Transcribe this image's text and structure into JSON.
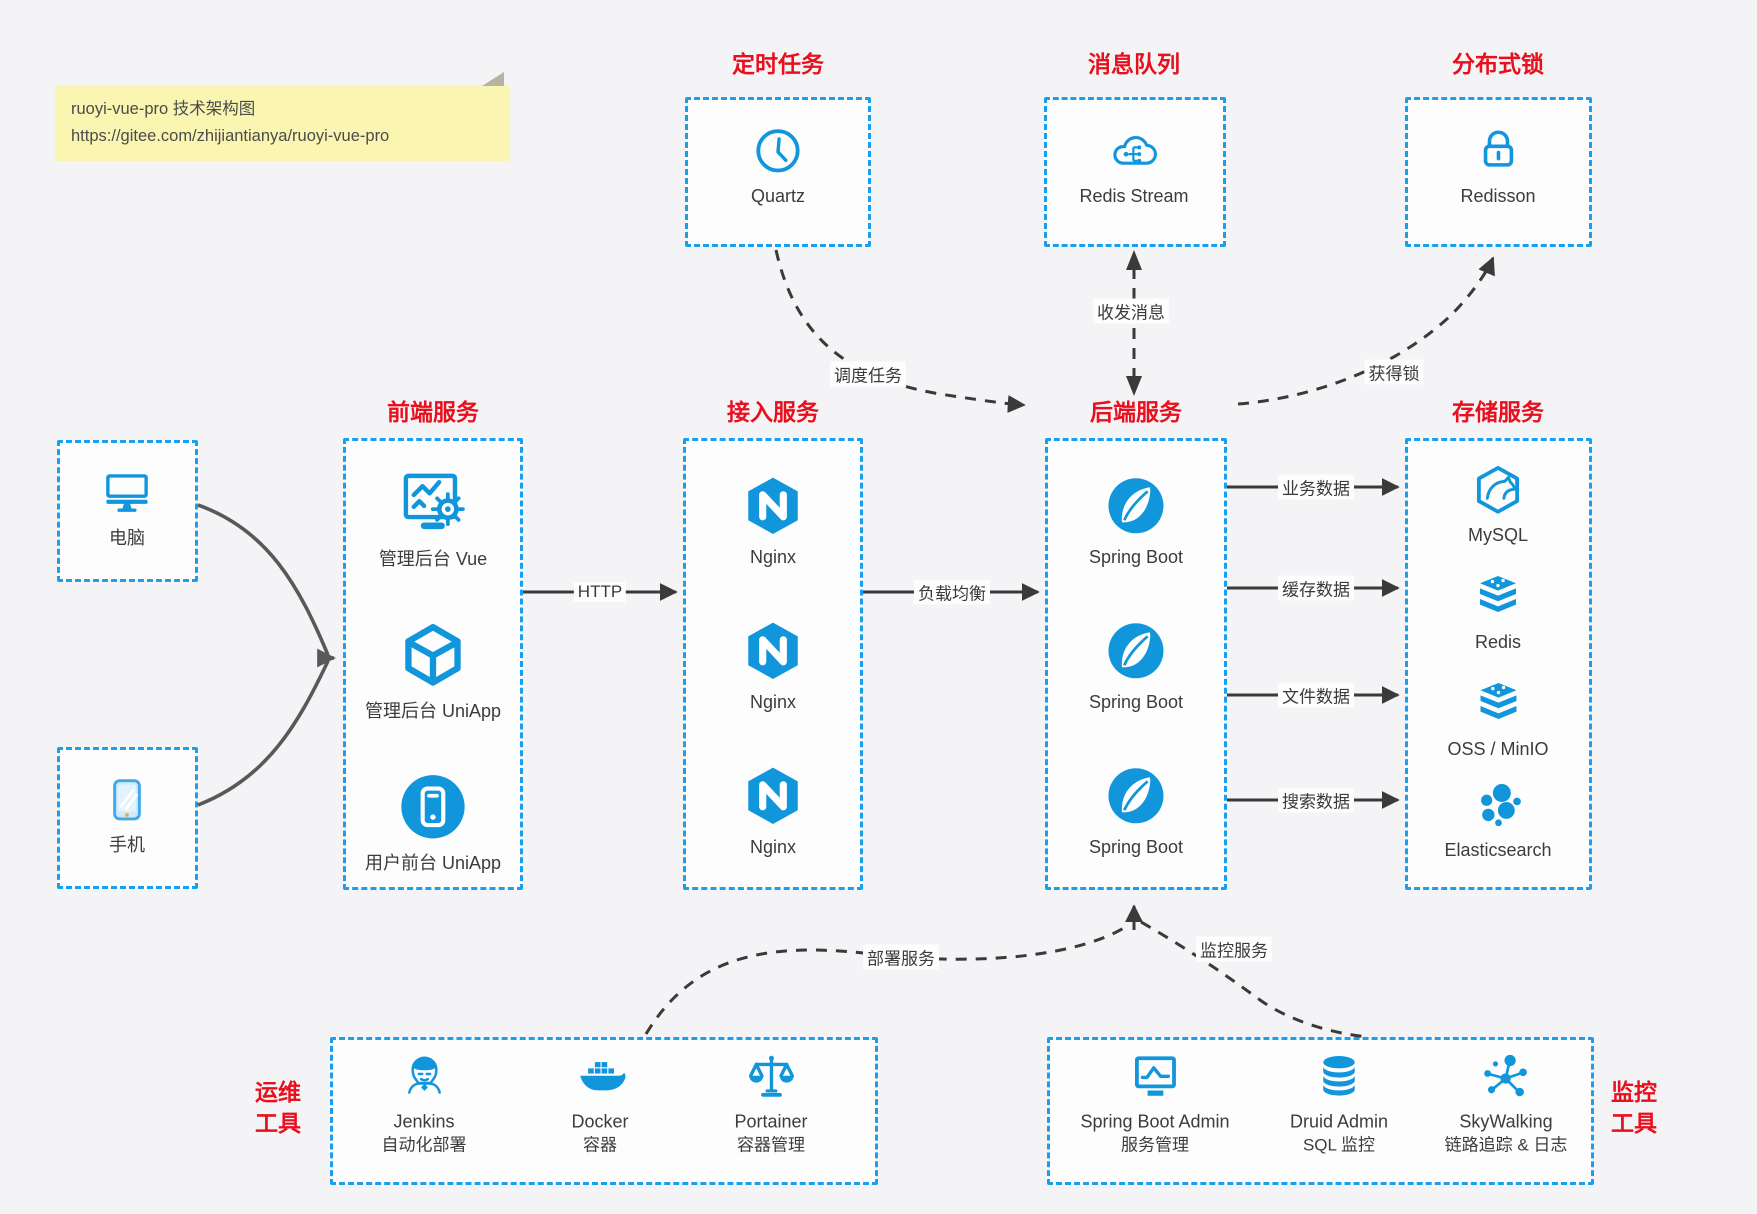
{
  "note": {
    "line1": "ruoyi-vue-pro 技术架构图",
    "line2": "https://gitee.com/zhijiantianya/ruoyi-vue-pro"
  },
  "groups": {
    "scheduler": {
      "title": "定时任务",
      "items": [
        {
          "label": "Quartz",
          "icon": "clock-icon"
        }
      ]
    },
    "mq": {
      "title": "消息队列",
      "items": [
        {
          "label": "Redis Stream",
          "icon": "cloud-stream-icon"
        }
      ]
    },
    "lock": {
      "title": "分布式锁",
      "items": [
        {
          "label": "Redisson",
          "icon": "lock-icon"
        }
      ]
    },
    "clients": {
      "items": [
        {
          "label": "电脑",
          "icon": "desktop-icon"
        },
        {
          "label": "手机",
          "icon": "phone-icon"
        }
      ]
    },
    "frontend": {
      "title": "前端服务",
      "items": [
        {
          "label": "管理后台 Vue",
          "icon": "admin-screen-gear-icon"
        },
        {
          "label": "管理后台 UniApp",
          "icon": "cube-icon"
        },
        {
          "label": "用户前台 UniApp",
          "icon": "phone-circle-icon"
        }
      ]
    },
    "gateway": {
      "title": "接入服务",
      "items": [
        {
          "label": "Nginx",
          "icon": "nginx-icon"
        },
        {
          "label": "Nginx",
          "icon": "nginx-icon"
        },
        {
          "label": "Nginx",
          "icon": "nginx-icon"
        }
      ]
    },
    "backend": {
      "title": "后端服务",
      "items": [
        {
          "label": "Spring Boot",
          "icon": "spring-icon"
        },
        {
          "label": "Spring Boot",
          "icon": "spring-icon"
        },
        {
          "label": "Spring Boot",
          "icon": "spring-icon"
        }
      ]
    },
    "storage": {
      "title": "存储服务",
      "items": [
        {
          "label": "MySQL",
          "icon": "mysql-icon"
        },
        {
          "label": "Redis",
          "icon": "redis-stack-icon"
        },
        {
          "label": "OSS / MinIO",
          "icon": "redis-stack-icon"
        },
        {
          "label": "Elasticsearch",
          "icon": "elasticsearch-icon"
        }
      ]
    },
    "ops": {
      "title_line1": "运维",
      "title_line2": "工具",
      "items": [
        {
          "name": "Jenkins",
          "desc": "自动化部署",
          "icon": "jenkins-icon"
        },
        {
          "name": "Docker",
          "desc": "容器",
          "icon": "docker-icon"
        },
        {
          "name": "Portainer",
          "desc": "容器管理",
          "icon": "scales-icon"
        }
      ]
    },
    "monitor": {
      "title_line1": "监控",
      "title_line2": "工具",
      "items": [
        {
          "name": "Spring Boot Admin",
          "desc": "服务管理",
          "icon": "monitor-pulse-icon"
        },
        {
          "name": "Druid Admin",
          "desc": "SQL 监控",
          "icon": "database-icon"
        },
        {
          "name": "SkyWalking",
          "desc": "链路追踪 & 日志",
          "icon": "topology-icon"
        }
      ]
    }
  },
  "edges": {
    "http": "HTTP",
    "load_balance": "负载均衡",
    "schedule": "调度任务",
    "message": "收发消息",
    "get_lock": "获得锁",
    "business_data": "业务数据",
    "cache_data": "缓存数据",
    "file_data": "文件数据",
    "search_data": "搜索数据",
    "deploy": "部署服务",
    "monitor": "监控服务"
  },
  "colors": {
    "accent_blue": "#1296db",
    "border_blue": "#1a9fee",
    "title_red": "#e8101e",
    "arrow_dark": "#3a3a3a",
    "arrow_gray": "#666666",
    "note_bg": "#faf5b0",
    "canvas_bg": "#f4f4f6"
  }
}
